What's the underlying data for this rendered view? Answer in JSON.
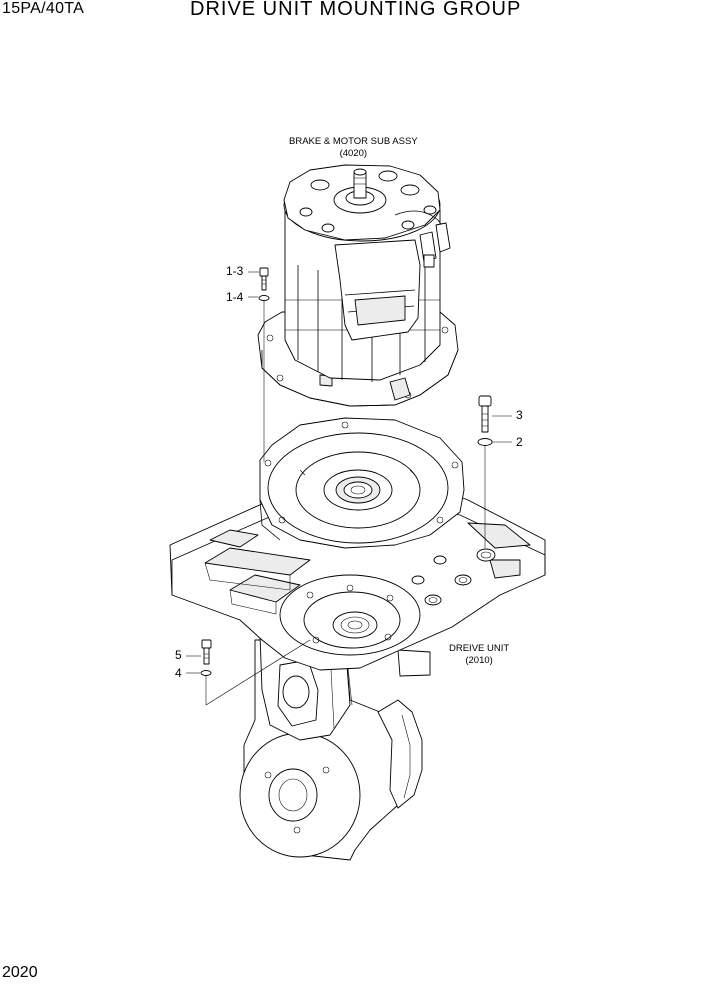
{
  "header": {
    "model": "15PA/40TA",
    "title": "DRIVE UNIT MOUNTING GROUP"
  },
  "footer": {
    "page_number": "2020"
  },
  "labels": {
    "brake_motor": {
      "line1": "BRAKE & MOTOR SUB ASSY",
      "line2": "(4020)"
    },
    "drive_unit": {
      "line1": "DREIVE UNIT",
      "line2": "(2010)"
    }
  },
  "callouts": {
    "c1_3": "1-3",
    "c1_4": "1-4",
    "c3": "3",
    "c2": "2",
    "c5": "5",
    "c4": "4"
  }
}
